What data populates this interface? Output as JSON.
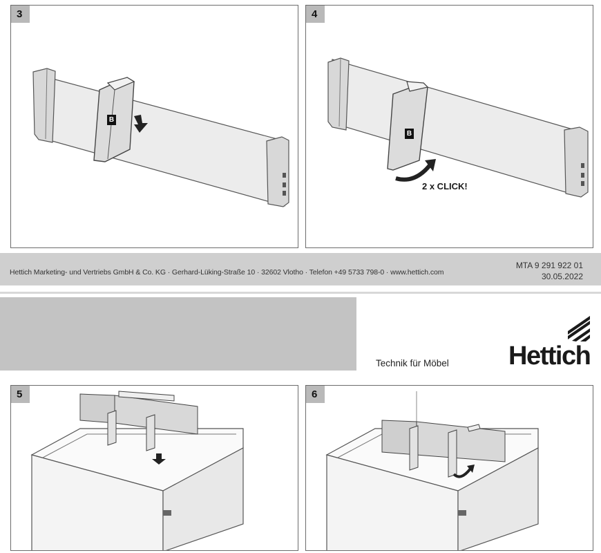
{
  "panels": [
    {
      "number": "3",
      "marker": "B"
    },
    {
      "number": "4",
      "marker": "B",
      "instruction": "2 x CLICK!"
    },
    {
      "number": "5"
    },
    {
      "number": "6"
    }
  ],
  "footer": {
    "address": "Hettich Marketing- und Vertriebs GmbH & Co. KG · Gerhard-Lüking-Straße 10 · 32602 Vlotho · Telefon +49 5733 798-0 · www.hettich.com",
    "doc_number": "MTA 9 291 922 01",
    "date": "30.05.2022"
  },
  "brand": {
    "tagline": "Technik für Möbel",
    "name": "Hettich"
  },
  "colors": {
    "panel_border": "#6b6b6b",
    "step_badge": "#b9b9b9",
    "footer_band": "#cfcfcf",
    "gray_block": "#c3c3c3"
  }
}
